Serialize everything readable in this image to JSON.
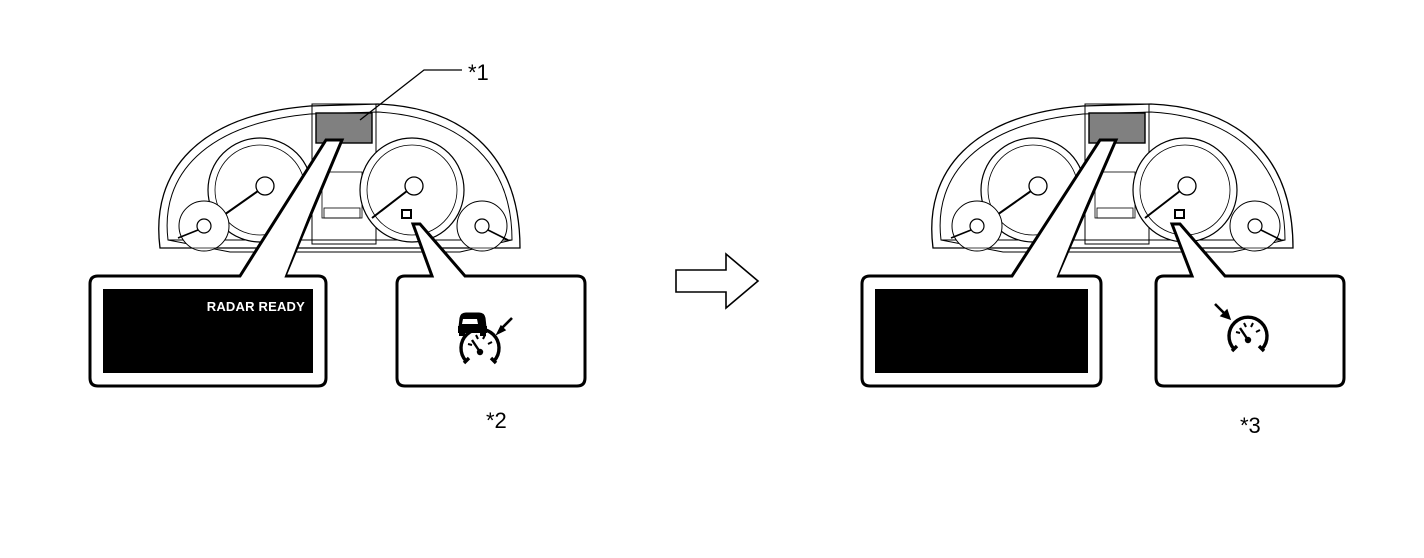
{
  "callouts": {
    "display_label": "*1",
    "left_indicator_label": "*2",
    "right_indicator_label": "*3"
  },
  "left_panel": {
    "display_message": "RADAR READY",
    "indicator_icon": "radar-cruise-control-icon"
  },
  "right_panel": {
    "display_message": "",
    "indicator_icon": "cruise-control-icon"
  },
  "transition": {
    "icon": "arrow-right-icon"
  },
  "colors": {
    "line": "#000000",
    "background": "#ffffff",
    "display_fill": "#000000",
    "cluster_display_fill": "#808080"
  }
}
